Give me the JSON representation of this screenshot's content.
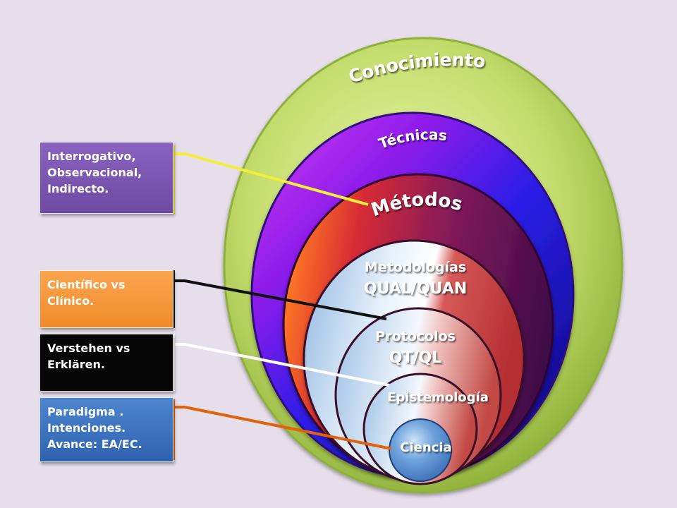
{
  "rings": {
    "conocimiento": "Conocimiento",
    "tecnicas": "Técnicas",
    "metodos": "Métodos",
    "metodologias_line1": "Metodologías",
    "metodologias_line2": "QUAL/QUAN",
    "protocolos_line1": "Protocolos",
    "protocolos_line2": "QT/QL",
    "epistemologia": "Epistemología",
    "ciencia": "Ciencia"
  },
  "side_boxes": [
    {
      "text": "Interrogativo,\nObservacional,\nIndirecto.",
      "color": "#7b55b3",
      "connector_color": "#f2ee3a"
    },
    {
      "text": "Científico vs\nClínico.",
      "color": "#f7993e",
      "connector_color": "#111111"
    },
    {
      "text": "Verstehen  vs\nErklären.",
      "color": "#050505",
      "connector_color": "#ffffff"
    },
    {
      "text": "Paradigma .\nIntenciones.\nAvance: EA/EC.",
      "color": "#3a70c0",
      "connector_color": "#e0620c"
    }
  ]
}
